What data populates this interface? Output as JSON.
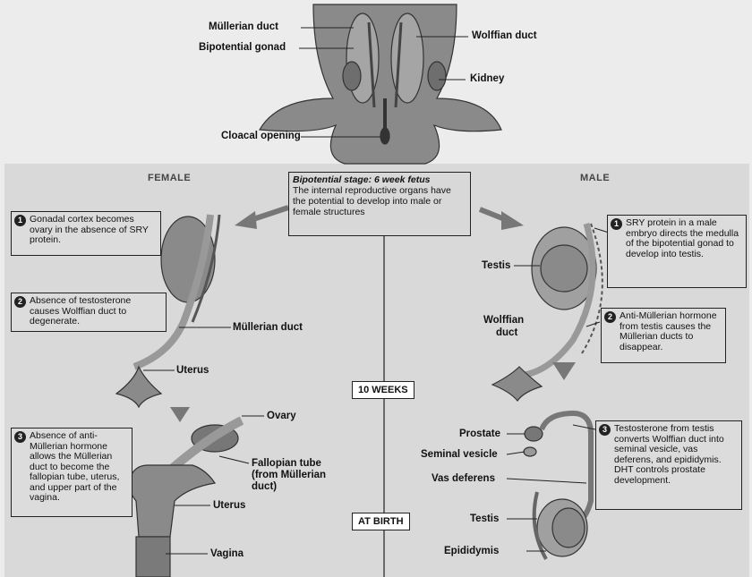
{
  "top_labels": {
    "mullerian_duct": "Müllerian duct",
    "bipotential_gonad": "Bipotential gonad",
    "wolffian_duct": "Wolffian duct",
    "kidney": "Kidney",
    "cloacal_opening": "Cloacal opening"
  },
  "panels": {
    "female": "FEMALE",
    "male": "MALE"
  },
  "stage_box": {
    "title": "Bipotential stage: 6 week fetus",
    "text": "The internal reproductive organs have the potential to develop into male or female structures"
  },
  "timeline": {
    "ten_weeks": "10 WEEKS",
    "at_birth": "AT BIRTH"
  },
  "female": {
    "callouts": [
      {
        "num": "1",
        "text": "Gonadal cortex becomes ovary in the absence of SRY protein."
      },
      {
        "num": "2",
        "text": "Absence of testosterone causes Wolffian duct to degenerate."
      },
      {
        "num": "3",
        "text": "Absence of anti-Müllerian hormone allows the Müllerian duct to become the fallopian tube, uterus, and upper part of the vagina."
      }
    ],
    "labels": {
      "mullerian_duct": "Müllerian duct",
      "uterus_top": "Uterus",
      "ovary": "Ovary",
      "fallopian_tube": "Fallopian tube",
      "fallopian_from": "(from Müllerian",
      "fallopian_duct": "duct)",
      "uterus_bottom": "Uterus",
      "vagina": "Vagina"
    }
  },
  "male": {
    "callouts": [
      {
        "num": "1",
        "text": "SRY protein in a male embryo directs the medulla of the bipotential gonad to develop into testis."
      },
      {
        "num": "2",
        "text": "Anti-Müllerian hormone from testis causes the Müllerian ducts to disappear."
      },
      {
        "num": "3",
        "text": "Testosterone from testis converts Wolffian duct into seminal vesicle, vas deferens, and epididymis. DHT controls prostate development."
      }
    ],
    "labels": {
      "testis_top": "Testis",
      "wolffian": "Wolffian",
      "duct": "duct",
      "prostate": "Prostate",
      "seminal_vesicle": "Seminal vesicle",
      "vas_deferens": "Vas deferens",
      "testis_bottom": "Testis",
      "epididymis": "Epididymis"
    }
  },
  "colors": {
    "background": "#ececec",
    "panel": "#d9d9d9",
    "organ": "#8a8a8a",
    "organ_dark": "#555555",
    "ink": "#111111"
  }
}
